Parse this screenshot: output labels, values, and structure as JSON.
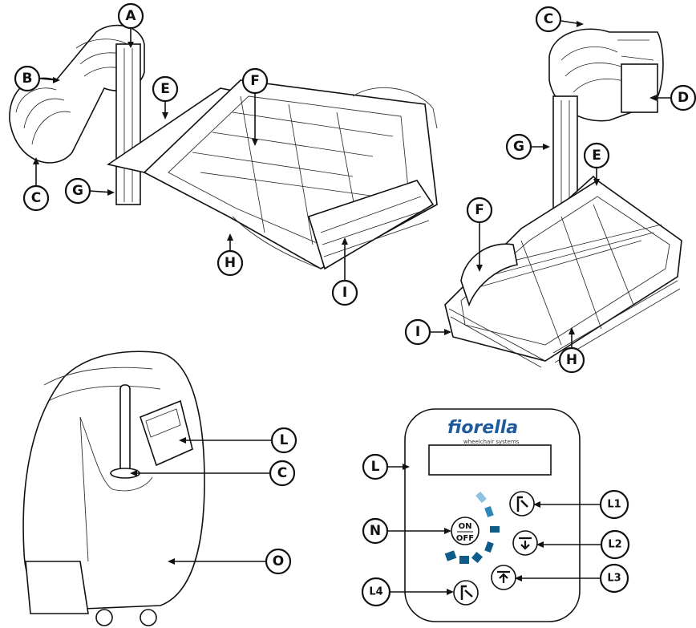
{
  "callouts": {
    "a1": "A",
    "b1": "B",
    "c1": "C",
    "e1": "E",
    "f1": "F",
    "g1": "G",
    "h1": "H",
    "i1": "I",
    "c2": "C",
    "d2": "D",
    "g2": "G",
    "e2": "E",
    "f2": "F",
    "i2": "I",
    "h2": "H",
    "l3": "L",
    "c3": "C",
    "o3": "O",
    "l4": "L",
    "l1": "L1",
    "n": "N",
    "l2": "L2",
    "l3b": "L3",
    "l4b": "L4"
  },
  "panel": {
    "brand": "fiorella",
    "brand_sub": "wheelchair systems",
    "on_label": "ON",
    "off_label": "OFF"
  },
  "colors": {
    "brand": "#1f5a9e",
    "led_dark": "#0d5c8a",
    "led_mid": "#2c86b8",
    "led_light": "#8cc3e0"
  },
  "icons": {
    "on_off": "power-toggle-icon",
    "l1": "seat-tilt-icon",
    "l2": "lower-arrow-icon",
    "l3": "raise-arrow-icon",
    "l4": "seat-return-icon"
  }
}
